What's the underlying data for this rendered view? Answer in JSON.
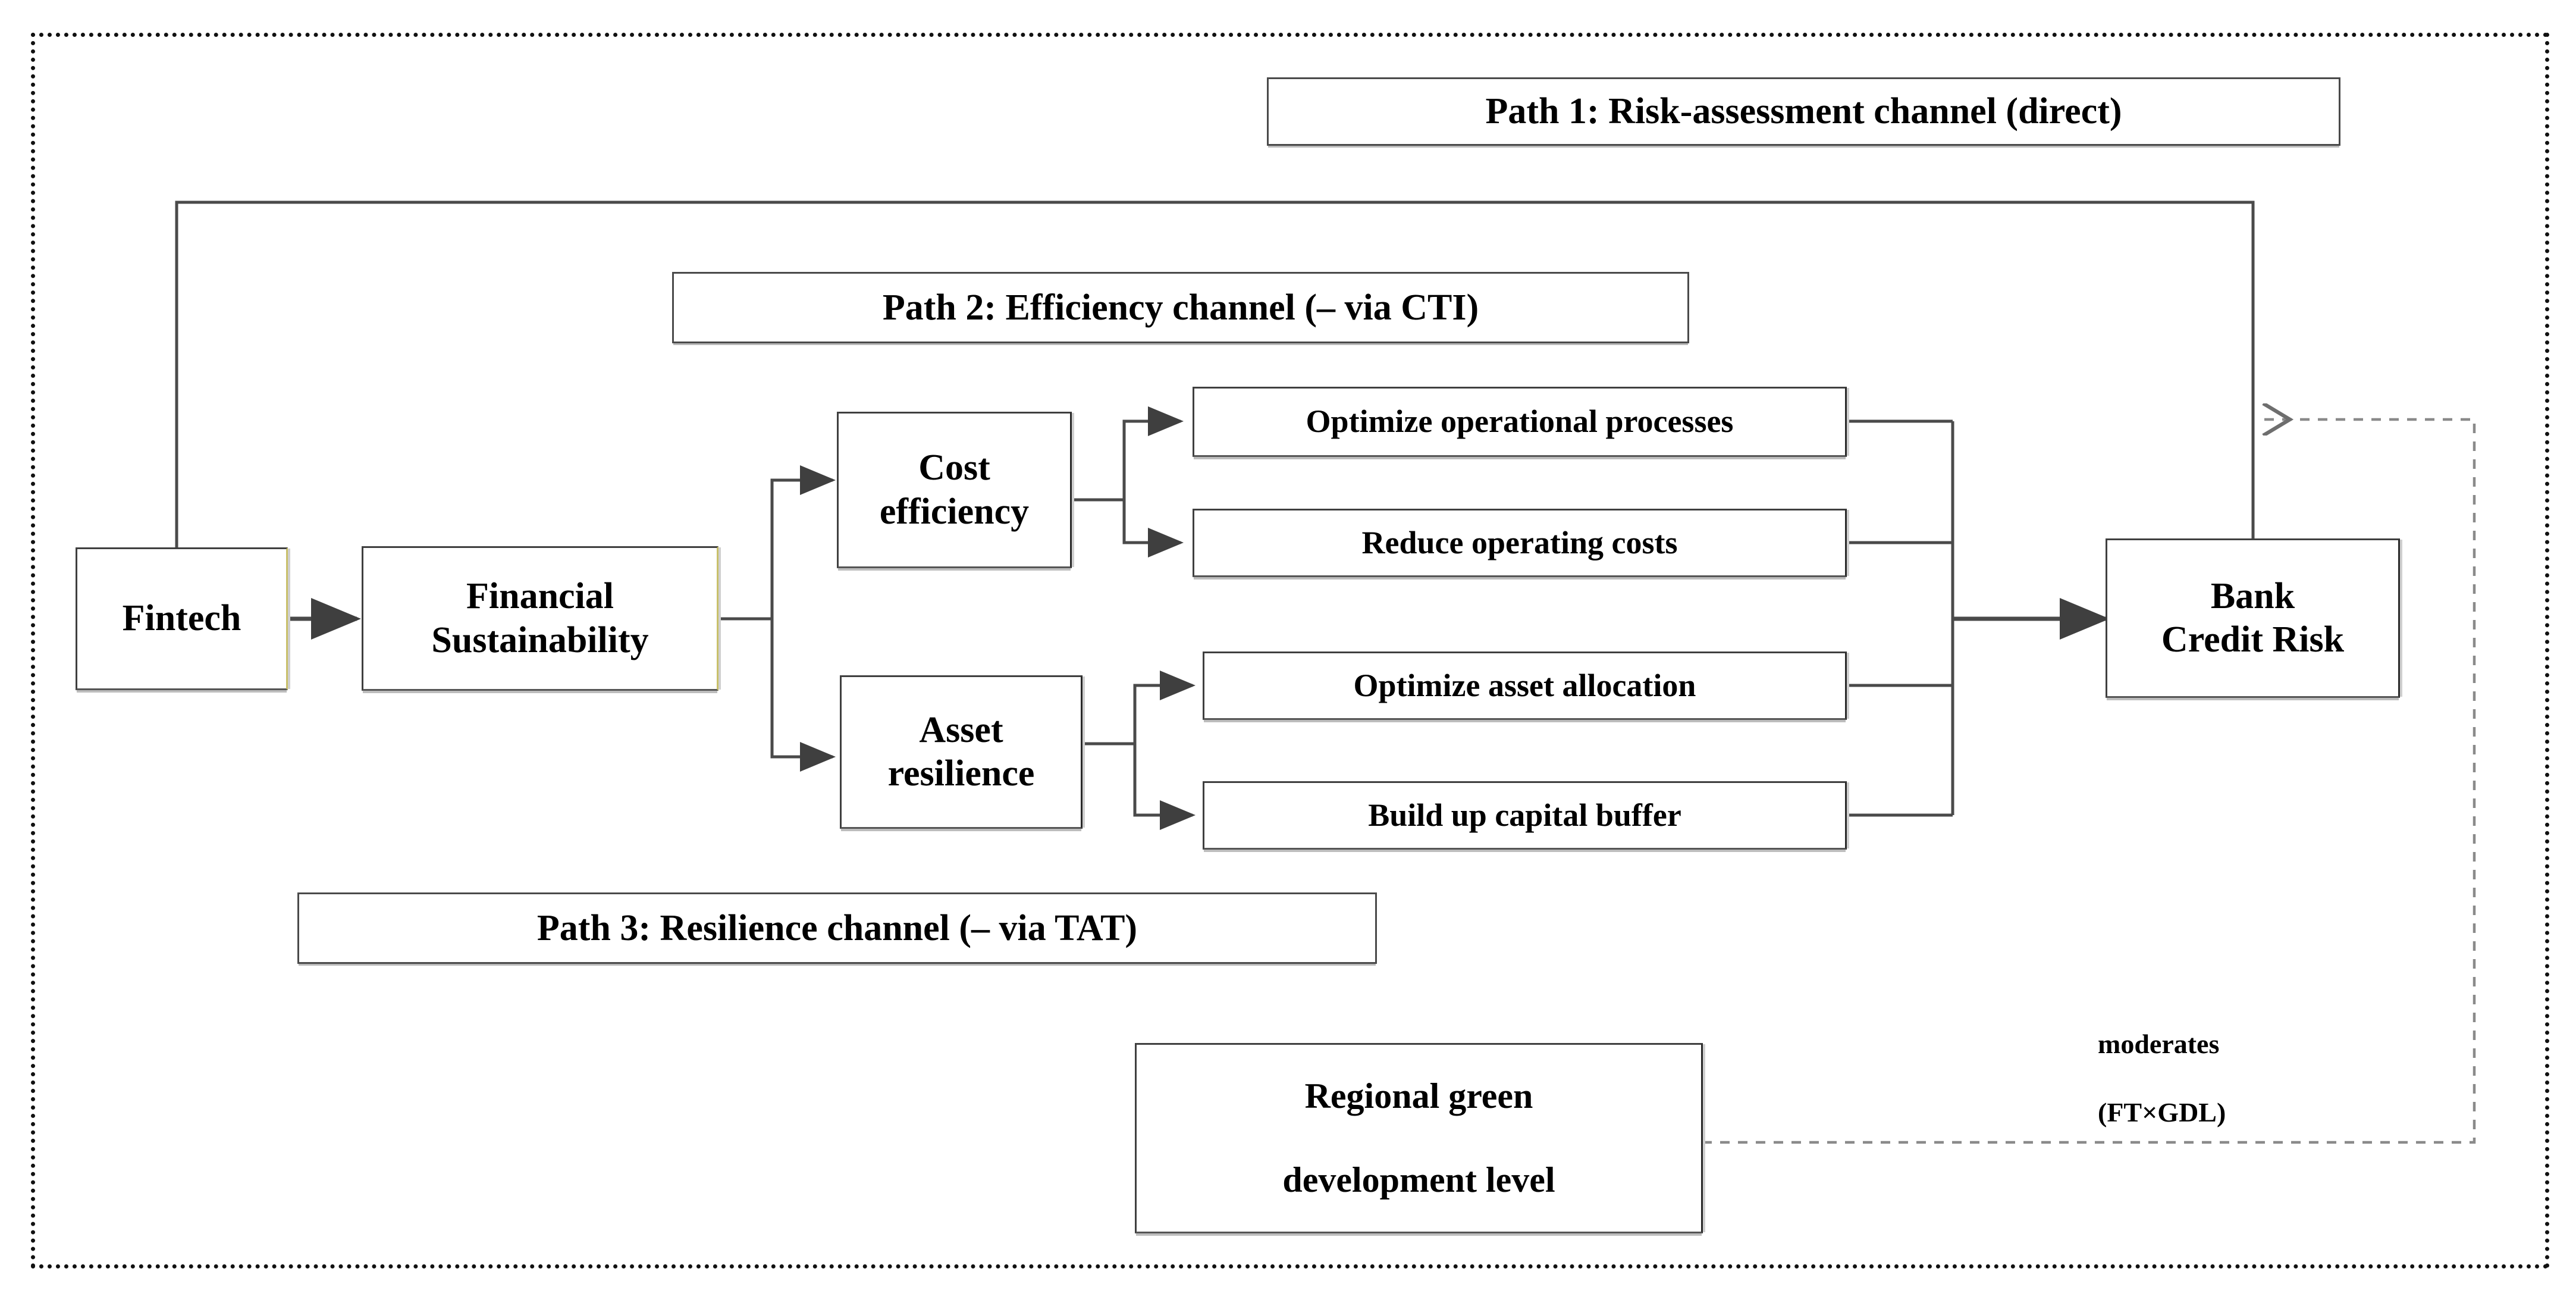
{
  "diagram": {
    "title_hidden": "",
    "frame": {
      "style": "dotted",
      "color": "#111111"
    },
    "nodes": {
      "fintech": {
        "label": "Fintech"
      },
      "financial_sustainability": {
        "label": "Financial\nSustainability"
      },
      "cost_efficiency": {
        "label": "Cost\nefficiency"
      },
      "asset_resilience": {
        "label": "Asset\nresilience"
      },
      "optimize_operational_processes": {
        "label": "Optimize operational processes"
      },
      "reduce_operating_costs": {
        "label": "Reduce operating costs"
      },
      "optimize_asset_allocation": {
        "label": "Optimize asset allocation"
      },
      "build_up_capital_buffer": {
        "label": "Build up capital buffer"
      },
      "bank_credit_risk": {
        "label": "Bank\nCredit Risk"
      },
      "regional_green_development_level": {
        "label": "Regional green\n\ndevelopment level"
      }
    },
    "banners": {
      "path1": {
        "label": "Path 1: Risk-assessment channel (direct)"
      },
      "path2": {
        "label": "Path 2: Efficiency channel (– via CTI)"
      },
      "path3": {
        "label": "Path 3: Resilience channel (– via TAT)"
      }
    },
    "annotations": {
      "moderator": {
        "line1": "moderates",
        "line2": "(FT×GDL)"
      }
    },
    "colors": {
      "box_border": "#3f3f3f",
      "wire": "#4a4a4a",
      "dashed_wire": "#8a8a8a",
      "frame": "#111111",
      "tint_edge": "#c9c06a",
      "text": "#000000"
    }
  }
}
